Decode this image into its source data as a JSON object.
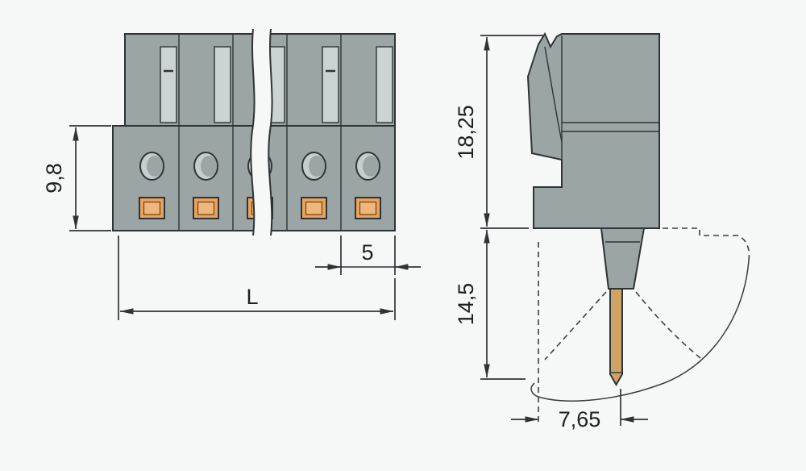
{
  "front_view": {
    "height_dim": "9,8",
    "pitch_dim": "5",
    "length_dim": "L"
  },
  "side_view": {
    "upper_height_dim": "18,25",
    "lower_height_dim": "14,5",
    "pin_offset_dim": "7,65"
  },
  "colors": {
    "housing_gray": "#9ca5a5",
    "contact_orange": "#e9a35f",
    "pin_gold": "#d0a264",
    "outline": "#2e3436",
    "background": "#f6f7f7"
  }
}
